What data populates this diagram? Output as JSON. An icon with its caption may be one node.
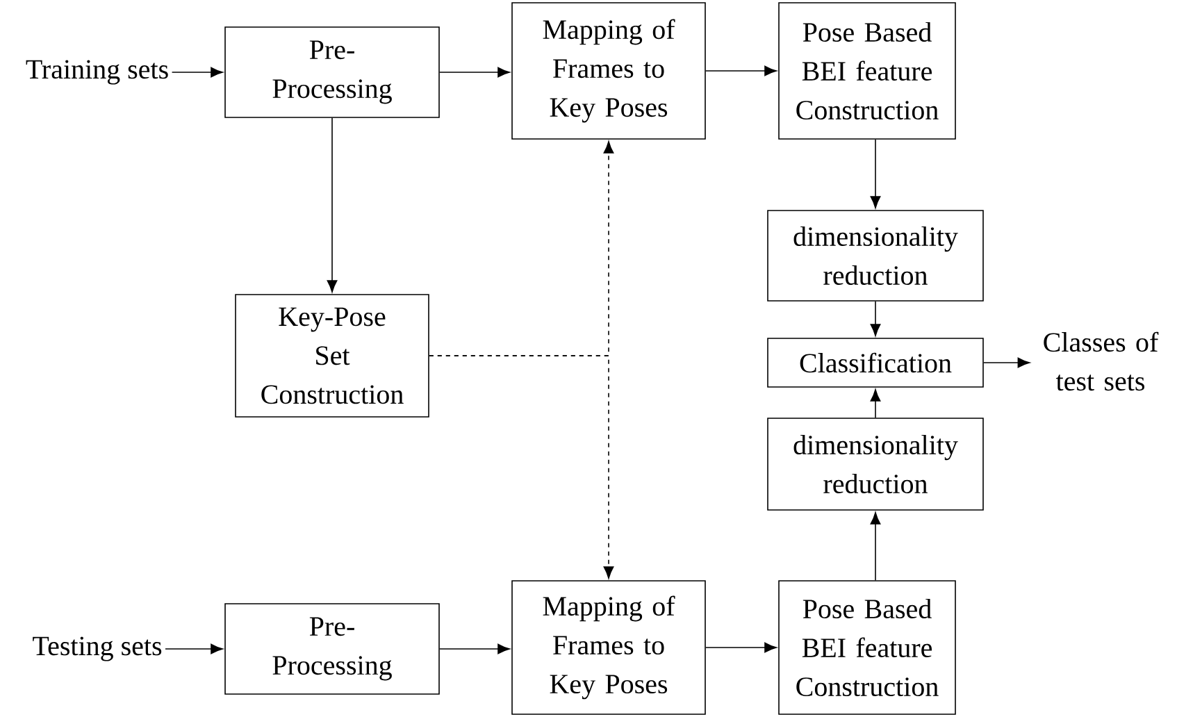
{
  "diagram": {
    "nodes": [
      {
        "text": [
          "Training sets"
        ]
      },
      {
        "text": [
          "Pre- Processing"
        ]
      },
      {
        "text": [
          "Mapping of Frames to Key Poses"
        ]
      },
      {
        "text": [
          "Pose Based BEI feature Construction"
        ]
      },
      {
        "text": [
          "dimensionality reduction"
        ]
      },
      {
        "text": [
          "Key-Pose Set Construction"
        ]
      },
      {
        "text": [
          "Classification"
        ]
      },
      {
        "text": [
          "Classes of test sets"
        ]
      },
      {
        "text": [
          "dimensionality reduction"
        ]
      },
      {
        "text": [
          "Testing sets"
        ]
      },
      {
        "text": [
          "Pre- Processing"
        ]
      },
      {
        "text": [
          "Mapping of Frames to Key Poses"
        ]
      },
      {
        "text": [
          "Pose Based BEI feature Construction"
        ]
      }
    ],
    "edges": [
      {
        "from": 0,
        "to": 1,
        "arrow": "to"
      },
      {
        "from": 1,
        "to": 2,
        "arrow": "to"
      },
      {
        "from": 2,
        "to": 3,
        "arrow": "to"
      },
      {
        "from": 3,
        "to": 4,
        "arrow": "to"
      },
      {
        "from": 1,
        "to": 5,
        "arrow": "to"
      },
      {
        "from": 4,
        "to": 6,
        "arrow": "to"
      },
      {
        "from": 6,
        "to": 7,
        "arrow": "to"
      },
      {
        "from": 8,
        "to": 6,
        "arrow": "to"
      },
      {
        "from": 12,
        "to": 8,
        "arrow": "to"
      },
      {
        "from": 9,
        "to": 10,
        "arrow": "to"
      },
      {
        "from": 10,
        "to": 11,
        "arrow": "to"
      },
      {
        "from": 11,
        "to": 12,
        "arrow": "to"
      },
      {
        "from": 5,
        "to": 2,
        "arrow": "to",
        "style": "dashed"
      },
      {
        "from": 5,
        "to": 11,
        "arrow": "to",
        "style": "dashed"
      }
    ]
  }
}
